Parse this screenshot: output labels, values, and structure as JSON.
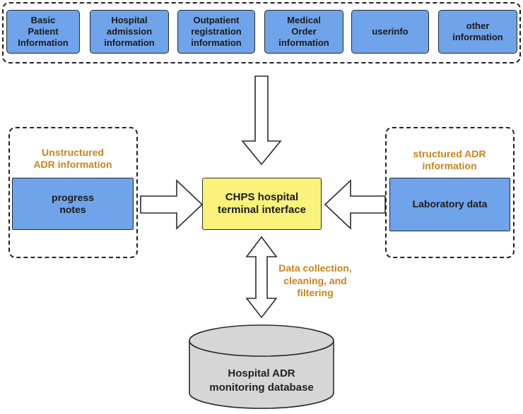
{
  "top_sources": [
    "Basic\nPatient\nInformation",
    "Hospital\nadmission\ninformation",
    "Outpatient\nregistration\ninformation",
    "Medical\nOrder\ninformation",
    "userinfo",
    "other\ninformation"
  ],
  "left_group": {
    "title": "Unstructured\nADR  information",
    "box": "progress\nnotes"
  },
  "right_group": {
    "title": "structured ADR\ninformation",
    "box": "Laboratory data"
  },
  "center": {
    "label": "CHPS hospital\nterminal interface"
  },
  "flow_label": "Data collection,\ncleaning, and\nfiltering",
  "database": {
    "label": "Hospital ADR\nmonitoring database"
  },
  "colors": {
    "source_fill": "#6fa3ea",
    "center_fill": "#fbf27c",
    "title_orange": "#c9841c",
    "database_fill": "#d6d6d6"
  }
}
